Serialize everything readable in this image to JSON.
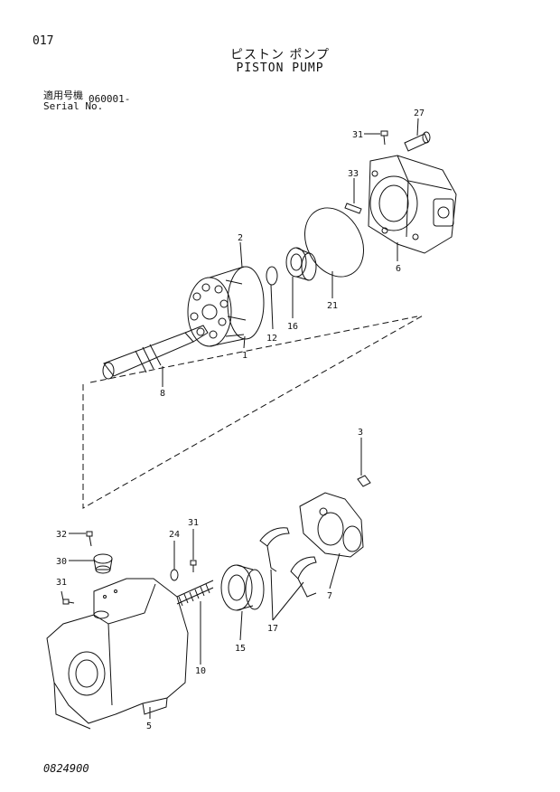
{
  "header": {
    "page_no": "017",
    "title_jp": "ピストン ポンプ",
    "title_en": "PISTON PUMP",
    "serial_label_jp": "適用号機",
    "serial_label_en": "Serial No.",
    "serial_value": "060001-"
  },
  "footer": {
    "doc_id": "0824900"
  },
  "callouts": {
    "p1": "1",
    "p2": "2",
    "p3": "3",
    "p5": "5",
    "p6": "6",
    "p7": "7",
    "p8": "8",
    "p10": "10",
    "p12": "12",
    "p15": "15",
    "p16": "16",
    "p17": "17",
    "p21": "21",
    "p24": "24",
    "p27": "27",
    "p30": "30",
    "p31a": "31",
    "p31b": "31",
    "p31c": "31",
    "p32": "32",
    "p33": "33"
  }
}
